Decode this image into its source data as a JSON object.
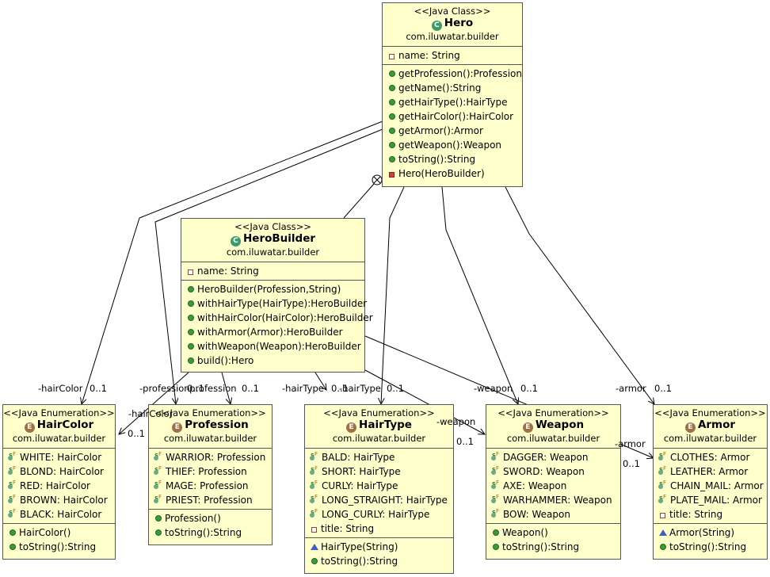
{
  "classes": {
    "hero": {
      "stereotype": "<<Java Class>>",
      "name": "Hero",
      "package": "com.iluwatar.builder",
      "fields": [
        "name: String"
      ],
      "methods": [
        "getProfession():Profession",
        "getName():String",
        "getHairType():HairType",
        "getHairColor():HairColor",
        "getArmor():Armor",
        "getWeapon():Weapon",
        "toString():String",
        "Hero(HeroBuilder)"
      ]
    },
    "herobuilder": {
      "stereotype": "<<Java Class>>",
      "name": "HeroBuilder",
      "package": "com.iluwatar.builder",
      "fields": [
        "name: String"
      ],
      "methods": [
        "HeroBuilder(Profession,String)",
        "withHairType(HairType):HeroBuilder",
        "withHairColor(HairColor):HeroBuilder",
        "withArmor(Armor):HeroBuilder",
        "withWeapon(Weapon):HeroBuilder",
        "build():Hero"
      ]
    },
    "haircolor": {
      "stereotype": "<<Java Enumeration>>",
      "name": "HairColor",
      "package": "com.iluwatar.builder",
      "fields": [
        "WHITE: HairColor",
        "BLOND: HairColor",
        "RED: HairColor",
        "BROWN: HairColor",
        "BLACK: HairColor"
      ],
      "methods": [
        "HairColor()",
        "toString():String"
      ]
    },
    "profession": {
      "stereotype": "<<Java Enumeration>>",
      "name": "Profession",
      "package": "com.iluwatar.builder",
      "fields": [
        "WARRIOR: Profession",
        "THIEF: Profession",
        "MAGE: Profession",
        "PRIEST: Profession"
      ],
      "methods": [
        "Profession()",
        "toString():String"
      ]
    },
    "hairtype": {
      "stereotype": "<<Java Enumeration>>",
      "name": "HairType",
      "package": "com.iluwatar.builder",
      "fields": [
        "BALD: HairType",
        "SHORT: HairType",
        "CURLY: HairType",
        "LONG_STRAIGHT: HairType",
        "LONG_CURLY: HairType",
        "title: String"
      ],
      "methods": [
        "HairType(String)",
        "toString():String"
      ]
    },
    "weapon": {
      "stereotype": "<<Java Enumeration>>",
      "name": "Weapon",
      "package": "com.iluwatar.builder",
      "fields": [
        "DAGGER: Weapon",
        "SWORD: Weapon",
        "AXE: Weapon",
        "WARHAMMER: Weapon",
        "BOW: Weapon"
      ],
      "methods": [
        "Weapon()",
        "toString():String"
      ]
    },
    "armor": {
      "stereotype": "<<Java Enumeration>>",
      "name": "Armor",
      "package": "com.iluwatar.builder",
      "fields": [
        "CLOTHES: Armor",
        "LEATHER: Armor",
        "CHAIN_MAIL: Armor",
        "PLATE_MAIL: Armor",
        "title: String"
      ],
      "methods": [
        "Armor(String)",
        "toString():String"
      ]
    }
  },
  "edge_labels": {
    "hero_haircolor_role": "-hairColor",
    "hero_haircolor_mult": "0..1",
    "hero_profession_role": "-profession",
    "hero_profession_mult": "0..1",
    "hero_hairtype_role": "-hairType",
    "hero_hairtype_mult": "0..1",
    "hero_weapon_role": "-weapon",
    "hero_weapon_mult": "0..1",
    "hero_armor_role": "-armor",
    "hero_armor_mult": "0..1",
    "hb_haircolor_role": "-hairColor",
    "hb_haircolor_mult": "0..1",
    "hb_profession_role": "-profession",
    "hb_profession_mult": "0..1",
    "hb_hairtype_role": "-hairType",
    "hb_hairtype_mult": "0..1",
    "hb_weapon_role": "-weapon",
    "hb_weapon_mult": "0..1",
    "hb_armor_role": "-armor",
    "hb_armor_mult": "0..1"
  },
  "icon_names": {
    "class": "class-icon",
    "enum": "enum-icon",
    "public_method": "public-method-icon",
    "private_field": "private-field-icon",
    "constant": "static-final-icon",
    "constructor": "constructor-icon"
  }
}
